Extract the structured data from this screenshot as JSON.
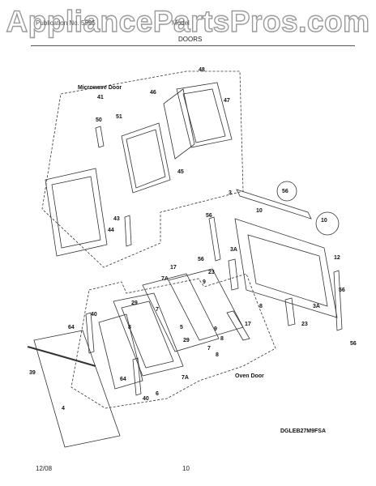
{
  "watermark": "AppliancePartsPros.com",
  "header": {
    "left_text": "Publication No. 5995",
    "mid_text": "Model",
    "section_title": "DOORS"
  },
  "diagram": {
    "microwave_caption": "Microwave Door",
    "oven_caption": "Oven Door",
    "model_code": "DGLEB27M9FSA",
    "callouts": [
      "48",
      "46",
      "47",
      "41",
      "50",
      "51",
      "45",
      "43",
      "44",
      "3",
      "56",
      "10",
      "10",
      "56",
      "3A",
      "56",
      "12",
      "17",
      "7A",
      "23",
      "9",
      "8",
      "7",
      "29",
      "3A",
      "40",
      "56",
      "8",
      "64",
      "17",
      "5",
      "9",
      "29",
      "7",
      "8",
      "39",
      "64",
      "7A",
      "40",
      "6",
      "23",
      "4",
      "56",
      "8"
    ]
  },
  "footer": {
    "date": "12/08",
    "page": "10"
  }
}
